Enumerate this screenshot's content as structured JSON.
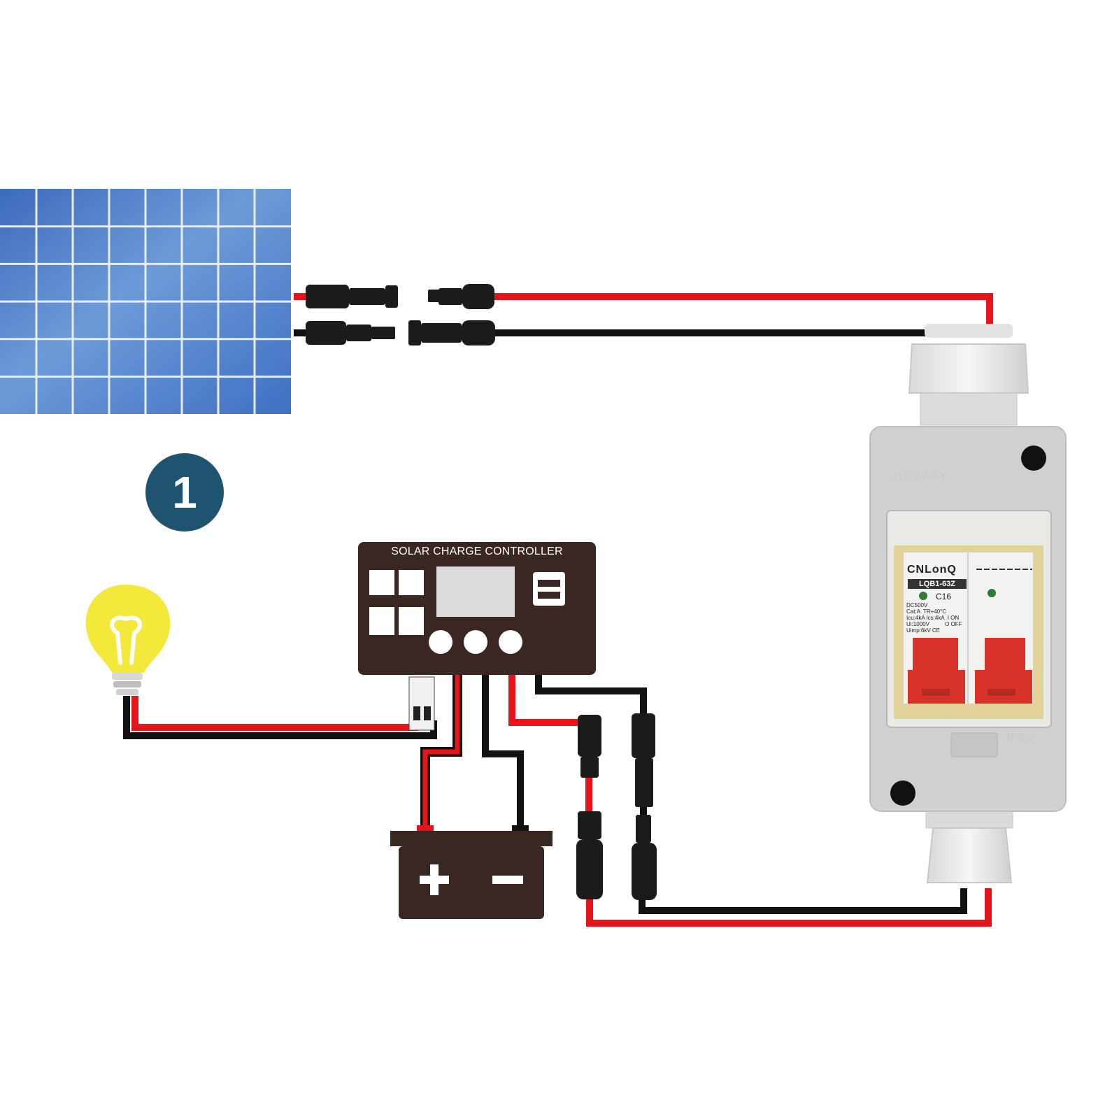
{
  "badge": {
    "number": "1",
    "color": "#1e5470"
  },
  "controller": {
    "title": "SOLAR CHARGE CONTROLLER"
  },
  "breaker": {
    "brand": "CNLonQ",
    "model": "LQB1-63Z",
    "rating": "C16",
    "specs": "DC500V\nCat:A  TR+40°C\nIcu:4kA Ics:4kA  I ON\nUi:1000V          O OFF\nUimp:6kV CE"
  },
  "enclosure": {
    "embossed_top": "HT-2WAY",
    "embossed_bottom": "IP65"
  },
  "colors": {
    "wire_positive": "#e8141c",
    "wire_negative": "#111111",
    "panel_blue": "#4d7ec8",
    "bulb_yellow": "#f3e93a"
  },
  "icons": [
    "solar-panel-icon",
    "light-bulb-icon",
    "battery-icon",
    "mc4-connector-icon",
    "breaker-box-icon",
    "charge-controller-icon"
  ]
}
